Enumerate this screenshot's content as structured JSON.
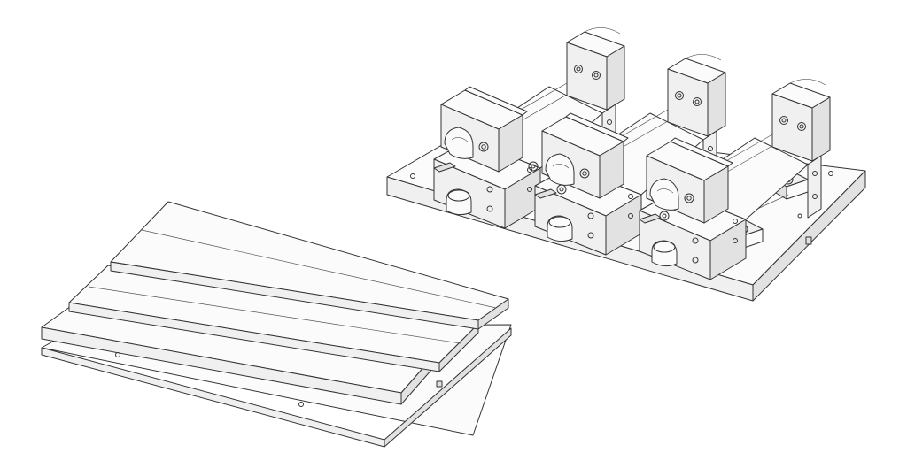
{
  "drawing": {
    "style": "isometric line drawing",
    "colors": {
      "background": "#ffffff",
      "line": "#333333",
      "face_light": "#fbfbfb",
      "face_mid": "#f0f0f0",
      "face_dark": "#e2e2e2"
    },
    "objects": [
      {
        "name": "t-slot-table-plate",
        "t_slots": 2,
        "holes_visible": 2
      },
      {
        "name": "fixture-base-plate",
        "vises": 3
      }
    ]
  }
}
